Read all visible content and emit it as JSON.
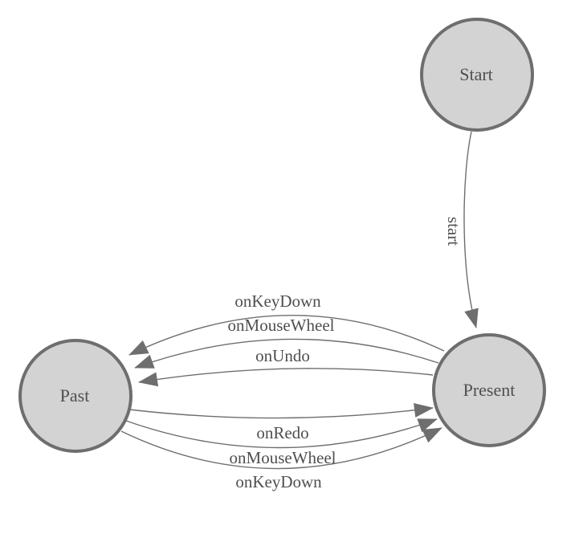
{
  "diagram": {
    "type": "finite-state-machine",
    "background_color": "#ffffff",
    "node_fill_color": "#d3d3d3",
    "node_border_color": "#6e6e6e",
    "edge_color": "#6e6e6e",
    "arrowhead_color": "#6e6e6e",
    "label_color": "#4f4f4f",
    "nodes": [
      {
        "id": "start",
        "label": "Start"
      },
      {
        "id": "past",
        "label": "Past"
      },
      {
        "id": "present",
        "label": "Present"
      }
    ],
    "edges": [
      {
        "from": "start",
        "to": "present",
        "label": "start"
      },
      {
        "from": "present",
        "to": "past",
        "label": "onKeyDown"
      },
      {
        "from": "present",
        "to": "past",
        "label": "onMouseWheel"
      },
      {
        "from": "present",
        "to": "past",
        "label": "onUndo"
      },
      {
        "from": "past",
        "to": "present",
        "label": "onRedo"
      },
      {
        "from": "past",
        "to": "present",
        "label": "onMouseWheel"
      },
      {
        "from": "past",
        "to": "present",
        "label": "onKeyDown"
      }
    ]
  }
}
